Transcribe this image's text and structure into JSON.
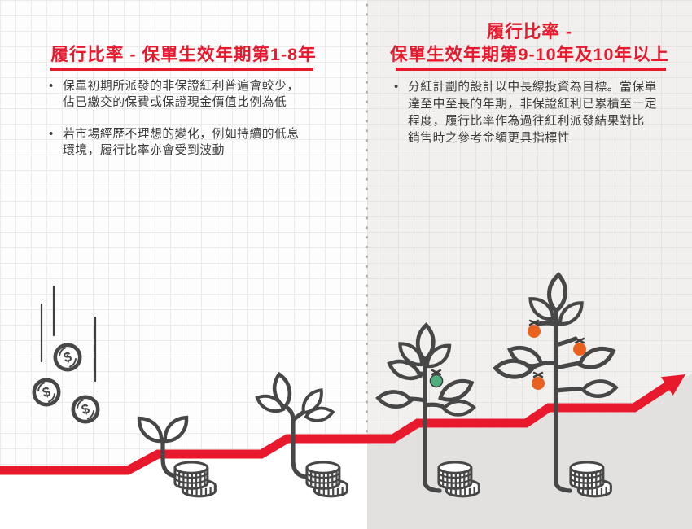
{
  "left_panel": {
    "title": "履行比率 - 保單生效年期第1-8年",
    "bullet_marker": "•",
    "bullets": [
      "保單初期所派發的非保證紅利普遍會較少，\n佔已繳交的保費或保證現金價值比例為低",
      "若市場經歷不理想的變化，例如持續的低息\n環境，履行比率亦會受到波動"
    ]
  },
  "right_panel": {
    "title": "履行比率 -\n保單生效年期第9-10年及10年以上",
    "bullet_marker": "•",
    "bullets": [
      "分紅計劃的設計以中長線投資為目標。當保單\n達至中至長的年期，非保證紅利已累積至一定\n程度，履行比率作為過往紅利派發結果對比\n銷售時之參考金額更具指標性"
    ]
  },
  "illustration": {
    "coin_symbol": "$",
    "falling_coins": 3,
    "coin_stacks": 4,
    "plants": [
      "sprout",
      "young-plant",
      "tree-with-green-money-bag",
      "tree-with-orange-money-bags"
    ],
    "green_money_bags": 1,
    "orange_money_bags": 3,
    "trend": "rising-step-line-with-arrow"
  },
  "colors": {
    "accent_red": "#e8192d",
    "ink": "#474747",
    "text": "#3b3b3b",
    "money_bag_green": "#4fae7c",
    "money_bag_orange": "#e8611f",
    "left_bg": "#fdfdfd",
    "right_panel_bg": "#f2f0ee",
    "under_line_fill_right": "#e3e1df",
    "divider_dot": "#b5b3b1"
  }
}
